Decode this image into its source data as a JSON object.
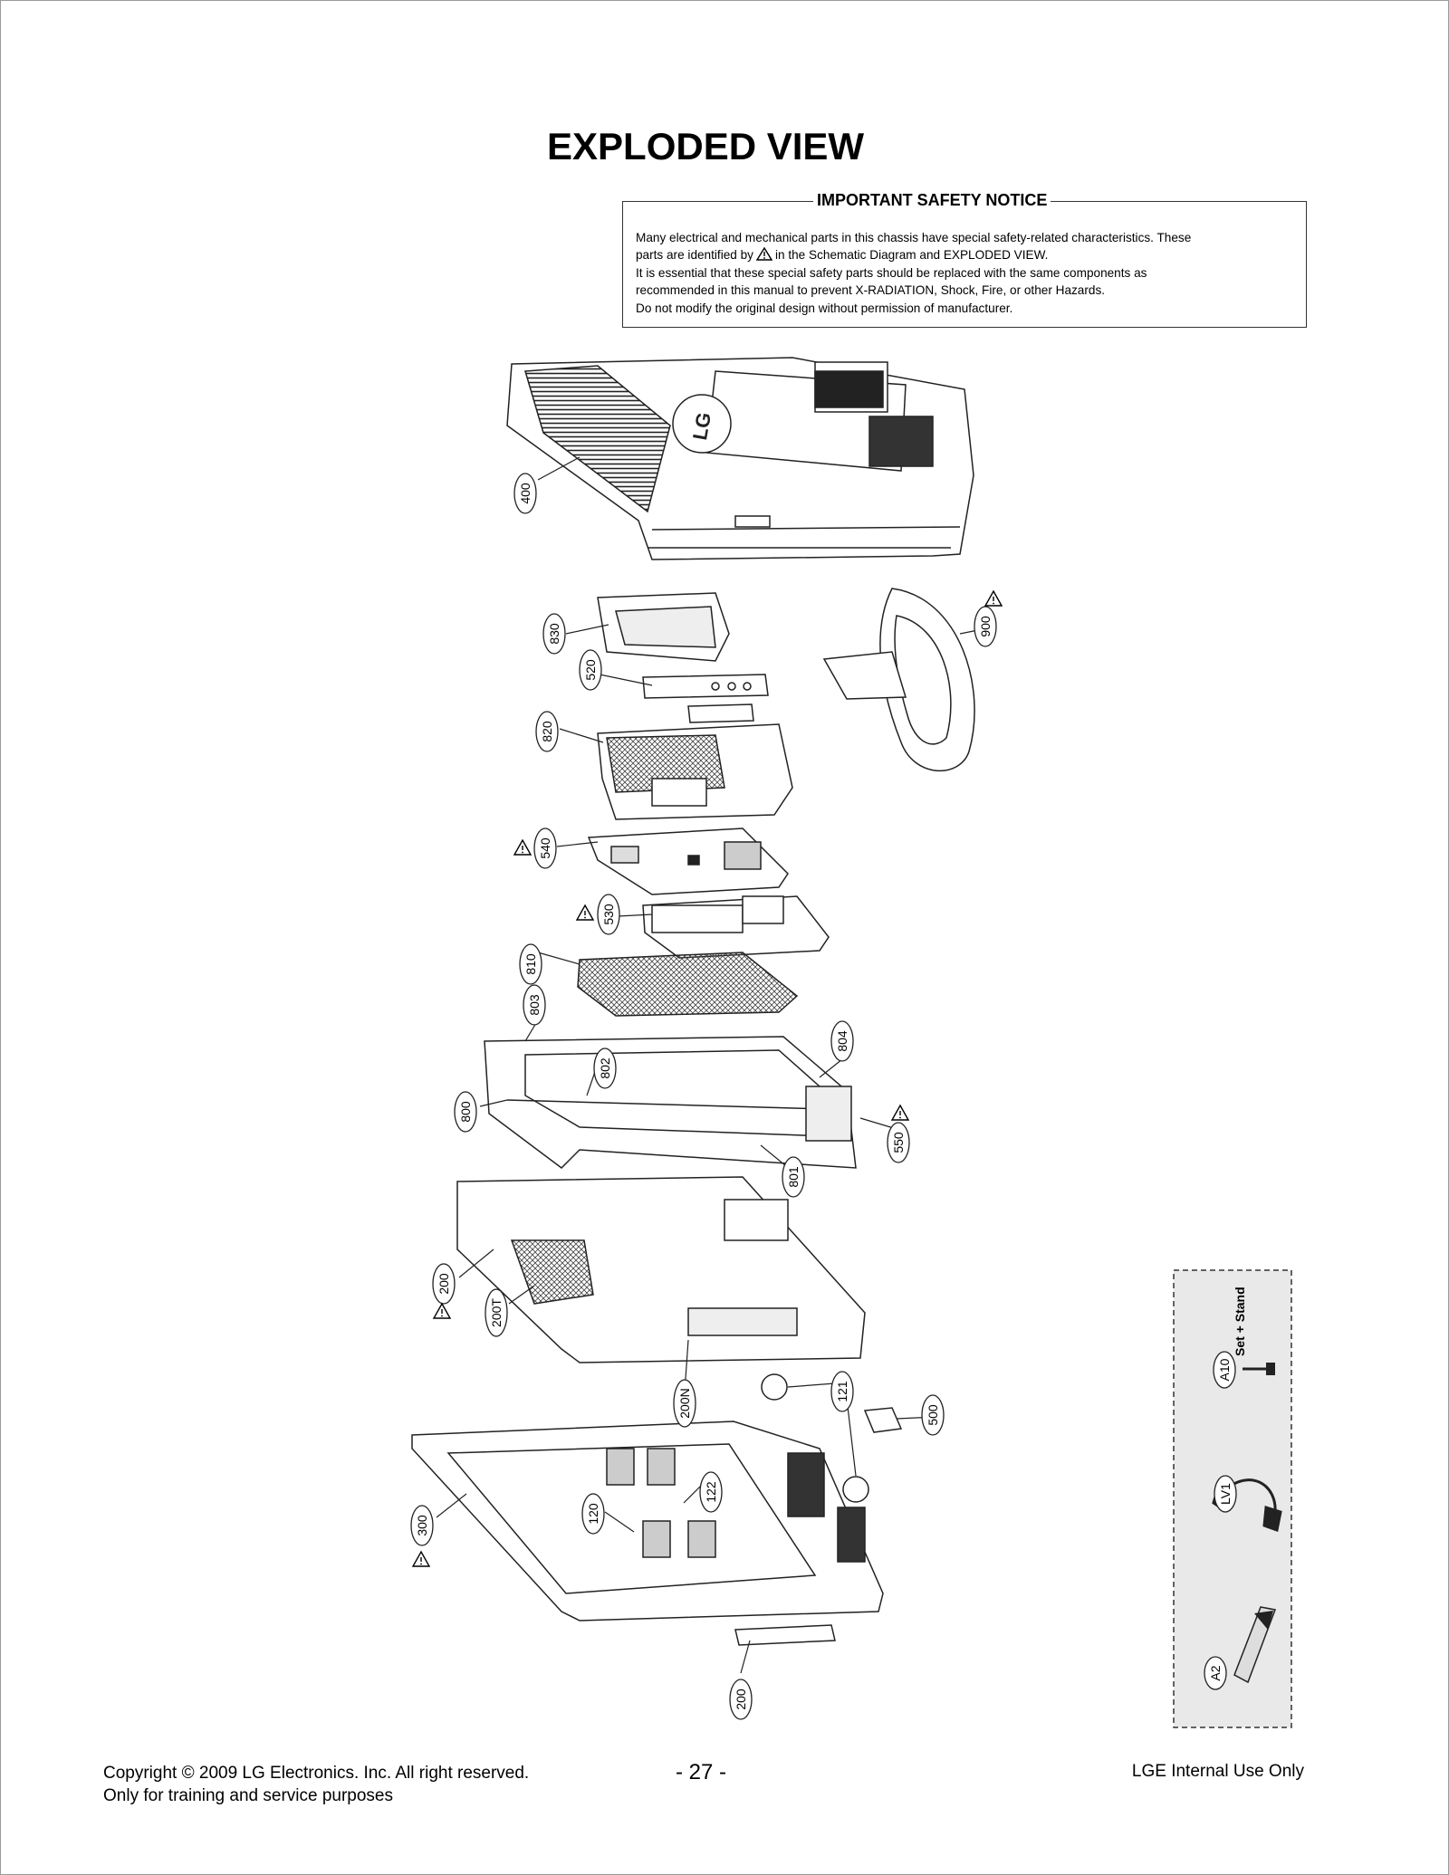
{
  "title": "EXPLODED VIEW",
  "notice": {
    "heading": "IMPORTANT SAFETY NOTICE",
    "line1": "Many electrical and mechanical parts in this chassis have special safety-related characteristics. These",
    "line2a": "parts are identified by",
    "line2b": "in the Schematic Diagram and EXPLODED VIEW.",
    "line3": "It is essential that these special safety parts should be replaced with the same components as",
    "line4": "recommended in this manual to prevent X-RADIATION, Shock, Fire, or other Hazards.",
    "line5": "Do not modify the original design without permission of manufacturer."
  },
  "part_labels": [
    "400",
    "830",
    "520",
    "820",
    "540",
    "530",
    "810",
    "803",
    "804",
    "802",
    "800",
    "550",
    "801",
    "200",
    "200T",
    "200N",
    "121",
    "500",
    "122",
    "120",
    "300",
    "200",
    "900"
  ],
  "accessories": {
    "a10": "A10",
    "a10_note": "Set + Stand",
    "lv1": "LV1",
    "a2": "A2"
  },
  "footer": {
    "copyright_line1": "Copyright © 2009 LG Electronics. Inc. All right reserved.",
    "copyright_line2": "Only for training and service purposes",
    "page_number": "- 27 -",
    "internal": "LGE Internal Use Only"
  }
}
